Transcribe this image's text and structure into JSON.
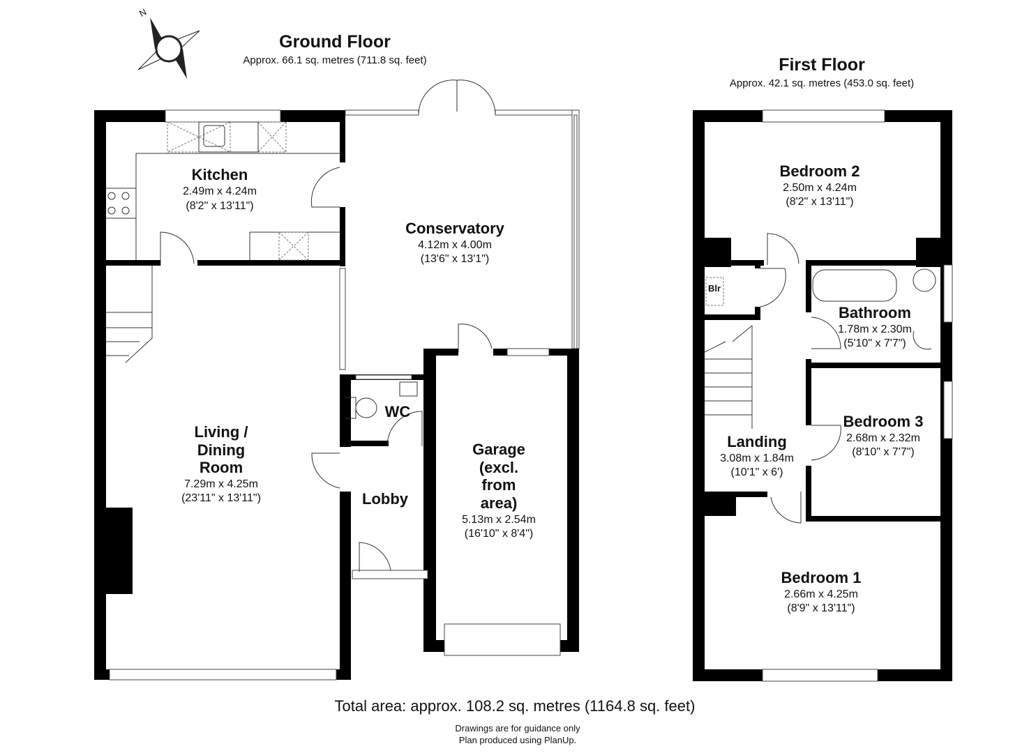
{
  "compass": {
    "label": "N"
  },
  "ground_floor": {
    "title": "Ground Floor",
    "area": "Approx. 66.1 sq. metres (711.8 sq. feet)",
    "rooms": {
      "kitchen": {
        "name": "Kitchen",
        "metric": "2.49m x 4.24m",
        "imperial": "(8'2\" x 13'11\")"
      },
      "conservatory": {
        "name": "Conservatory",
        "metric": "4.12m x 4.00m",
        "imperial": "(13'6\" x 13'1\")"
      },
      "wc": {
        "name": "WC"
      },
      "living": {
        "name_1": "Living /",
        "name_2": "Dining",
        "name_3": "Room",
        "metric": "7.29m x 4.25m",
        "imperial": "(23'11\" x 13'11\")"
      },
      "lobby": {
        "name": "Lobby"
      },
      "garage": {
        "name_1": "Garage",
        "name_2": "(excl.",
        "name_3": "from",
        "name_4": "area)",
        "metric": "5.13m x 2.54m",
        "imperial": "(16'10\" x 8'4\")"
      }
    }
  },
  "first_floor": {
    "title": "First Floor",
    "area": "Approx. 42.1 sq. metres (453.0 sq. feet)",
    "rooms": {
      "bedroom2": {
        "name": "Bedroom 2",
        "metric": "2.50m x 4.24m",
        "imperial": "(8'2\" x 13'11\")"
      },
      "boiler": {
        "name": "Blr"
      },
      "bathroom": {
        "name": "Bathroom",
        "metric": "1.78m x 2.30m",
        "imperial": "(5'10\" x 7'7\")"
      },
      "bedroom3": {
        "name": "Bedroom 3",
        "metric": "2.68m x 2.32m",
        "imperial": "(8'10\" x 7'7\")"
      },
      "landing": {
        "name": "Landing",
        "metric": "3.08m x 1.84m",
        "imperial": "(10'1\" x 6')"
      },
      "bedroom1": {
        "name": "Bedroom 1",
        "metric": "2.66m x 4.25m",
        "imperial": "(8'9\" x 13'11\")"
      }
    }
  },
  "footer": {
    "total": "Total area: approx. 108.2 sq. metres (1164.8 sq. feet)",
    "note_1": "Drawings are for guidance only",
    "note_2": "Plan produced using PlanUp."
  }
}
